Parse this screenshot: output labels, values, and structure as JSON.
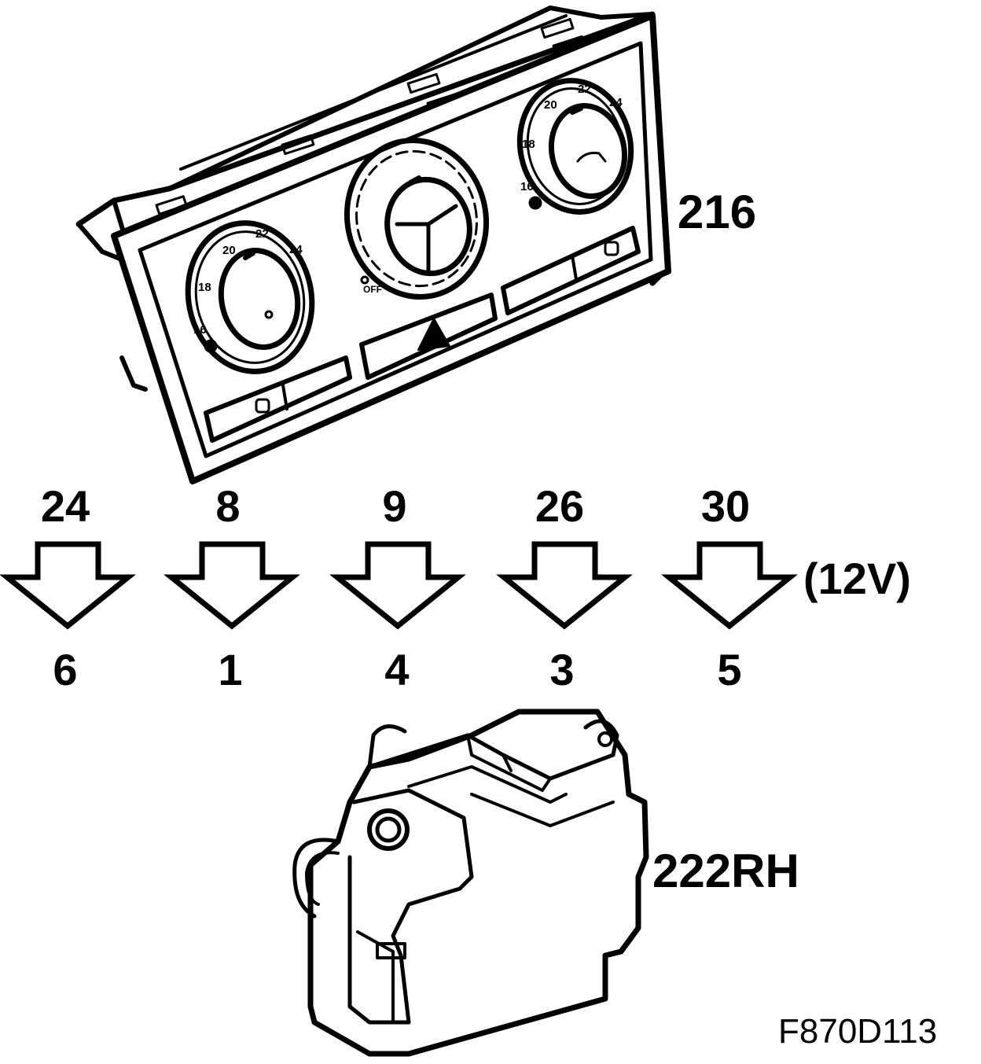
{
  "components": {
    "control_panel_label": "216",
    "actuator_label": "222RH"
  },
  "pins": [
    {
      "from": "24",
      "to": "6"
    },
    {
      "from": "8",
      "to": "1"
    },
    {
      "from": "9",
      "to": "4"
    },
    {
      "from": "26",
      "to": "3"
    },
    {
      "from": "30",
      "to": "5"
    }
  ],
  "supply_note": "(12V)",
  "panel_markings": {
    "left_dial_scale": [
      "16",
      "18",
      "20",
      "22",
      "24"
    ],
    "right_dial_scale": [
      "16",
      "18",
      "20",
      "22",
      "24"
    ],
    "fan_dial_off": "OFF"
  },
  "figure_ref": "F870D113"
}
